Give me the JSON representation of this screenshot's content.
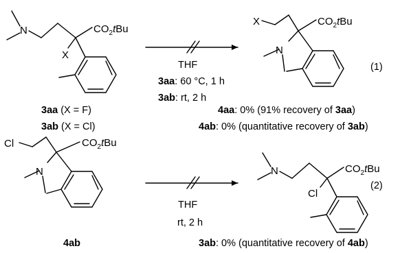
{
  "reaction1": {
    "sm": {
      "nme2": "N",
      "ester_a": "CO",
      "ester_sub": "2",
      "ester_b": "tBu",
      "halo": "X",
      "label1_bold": "3aa",
      "label1_rest": " (X = F)",
      "label2_bold": "3ab",
      "label2_rest": " (X = Cl)"
    },
    "conditions": {
      "solvent": "THF",
      "line1_bold": "3aa",
      "line1_rest": ": 60 °C, 1 h",
      "line2_bold": "3ab",
      "line2_rest": ": rt, 2 h"
    },
    "product": {
      "halo": "X",
      "n": "N",
      "ester_a": "CO",
      "ester_sub": "2",
      "ester_b": "tBu"
    },
    "number": "(1)",
    "result1": {
      "a_bold": "4aa",
      "a_rest": ": 0% (91% recovery of ",
      "b_bold": "3aa",
      "b_rest": ")"
    },
    "result2": {
      "a_bold": "4ab",
      "a_rest": ": 0% (quantitative recovery of ",
      "b_bold": "3ab",
      "b_rest": ")"
    }
  },
  "reaction2": {
    "sm": {
      "cl": "Cl",
      "n": "N",
      "ester_a": "CO",
      "ester_sub": "2",
      "ester_b": "tBu",
      "label": "4ab"
    },
    "conditions": {
      "solvent": "THF",
      "line1": "rt, 2 h"
    },
    "product": {
      "n": "N",
      "cl": "Cl",
      "ester_a": "CO",
      "ester_sub": "2",
      "ester_b": "tBu"
    },
    "number": "(2)",
    "result": {
      "a_bold": "3ab",
      "a_rest": ": 0% (quantitative recovery of ",
      "b_bold": "4ab",
      "b_rest": ")"
    }
  }
}
